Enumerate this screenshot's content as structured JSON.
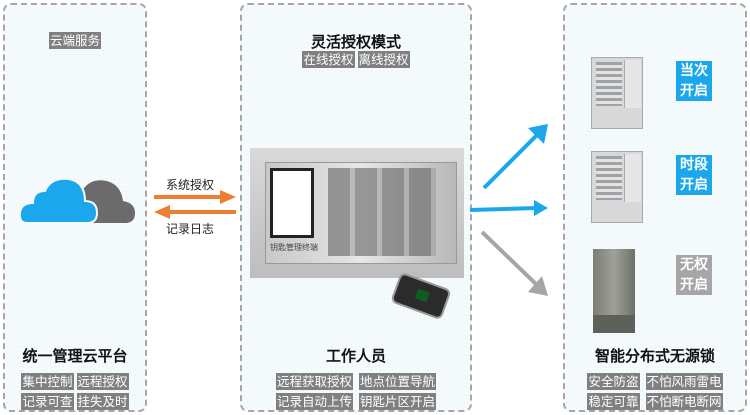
{
  "colors": {
    "accent_blue": "#1aa7ec",
    "orange": "#ed7d31",
    "gray_tag": "#808080",
    "gray_arrow": "#a6a6a6",
    "cloud_dark": "#6b6b6b"
  },
  "left_panel": {
    "header_tag": "云端服务",
    "cloud_icons": [
      "cloud-blue-icon",
      "cloud-gray-icon"
    ],
    "title": "统一管理云平台",
    "features": [
      [
        "集中控制",
        "远程授权"
      ],
      [
        "记录可查",
        "挂失及时"
      ]
    ]
  },
  "arrows_left": {
    "top_label": "系统授权",
    "bottom_label": "记录日志"
  },
  "middle_panel": {
    "title": "灵活授权模式",
    "modes": [
      "在线授权",
      "离线授权"
    ],
    "device_label": "钥匙管理终端",
    "person_title": "工作人员",
    "features": [
      [
        "远程获取授权",
        "地点位置导航"
      ],
      [
        "记录自动上传",
        "钥匙片区开启"
      ]
    ]
  },
  "right_panel": {
    "locks": [
      {
        "status_line1": "当次",
        "status_line2": "开启",
        "color": "#1aa7ec"
      },
      {
        "status_line1": "时段",
        "status_line2": "开启",
        "color": "#1aa7ec"
      },
      {
        "status_line1": "无权",
        "status_line2": "开启",
        "color": "#a6a6a6"
      }
    ],
    "title": "智能分布式无源锁",
    "features": [
      [
        "安全防盗",
        "不怕风雨雷电"
      ],
      [
        "稳定可靠",
        "不怕断电断网"
      ]
    ]
  }
}
